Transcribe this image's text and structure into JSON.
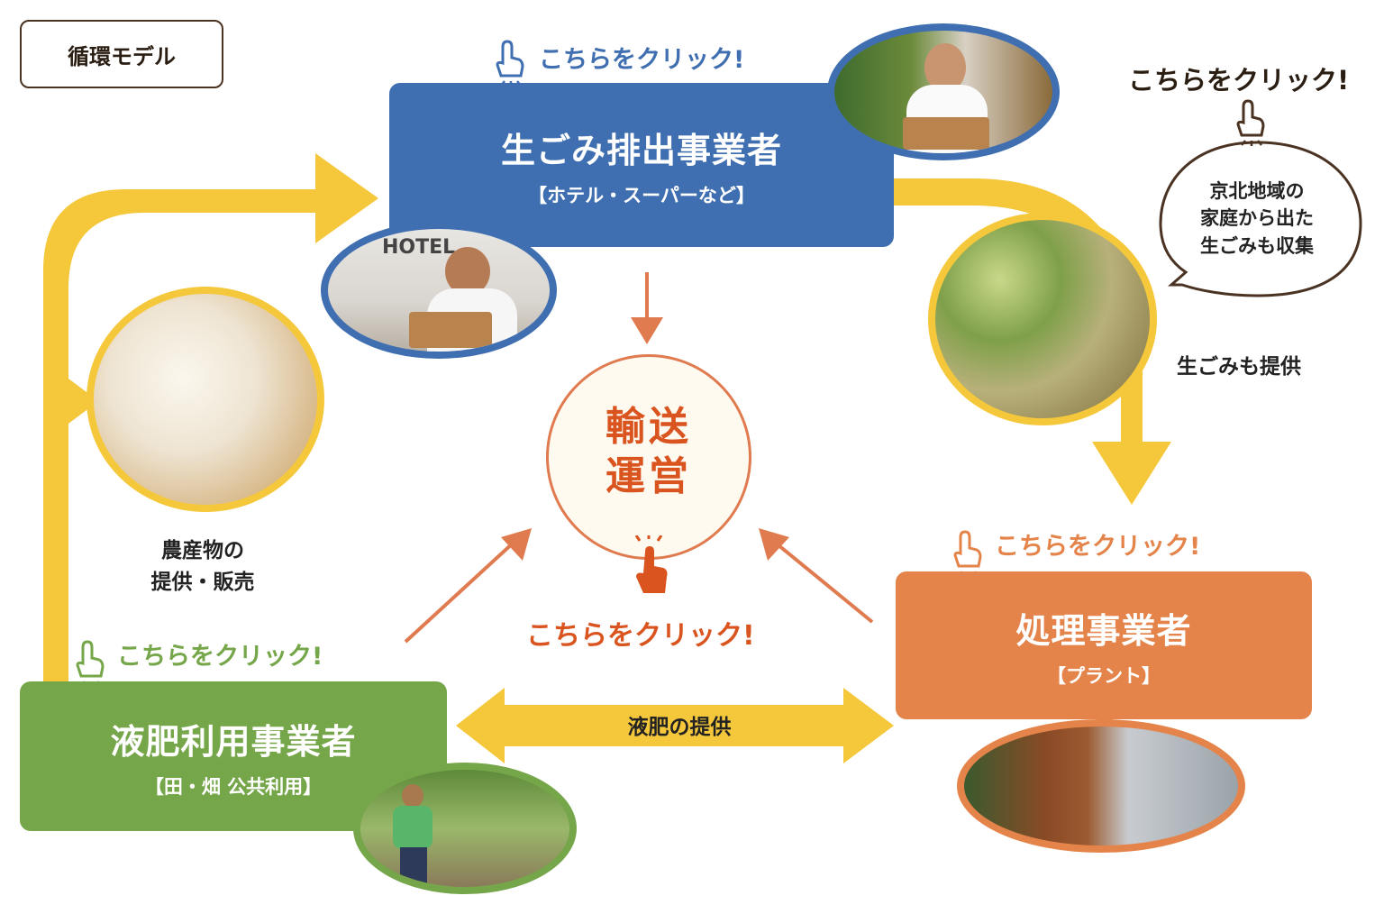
{
  "title_badge": "循環モデル",
  "center": {
    "line1": "輸送",
    "line2": "運営",
    "click": "こちらをクリック!"
  },
  "nodes": {
    "emitter": {
      "title": "生ごみ排出事業者",
      "subtitle": "【ホテル・スーパーなど】",
      "click": "こちらをクリック!",
      "color": "#3f6fb0"
    },
    "processor": {
      "title": "処理事業者",
      "subtitle": "【プラント】",
      "click": "こちらをクリック!",
      "color": "#e4844a"
    },
    "user": {
      "title": "液肥利用事業者",
      "subtitle": "【田・畑 公共利用】",
      "click": "こちらをクリック!",
      "color": "#76a64a"
    }
  },
  "household": {
    "click": "こちらをクリック!",
    "bubble_text": [
      "京北地域の",
      "家庭から出た",
      "生ごみも収集"
    ]
  },
  "flow_labels": {
    "food_waste": "生ごみも提供",
    "produce": [
      "農産物の",
      "提供・販売"
    ],
    "liquid_fertilizer": "液肥の提供"
  },
  "photos": {
    "hotel_text": "HOTEL"
  },
  "colors": {
    "yellow_arrow": "#f5c83b",
    "orange_arrow": "#e07b4f",
    "brown": "#4a3322"
  }
}
